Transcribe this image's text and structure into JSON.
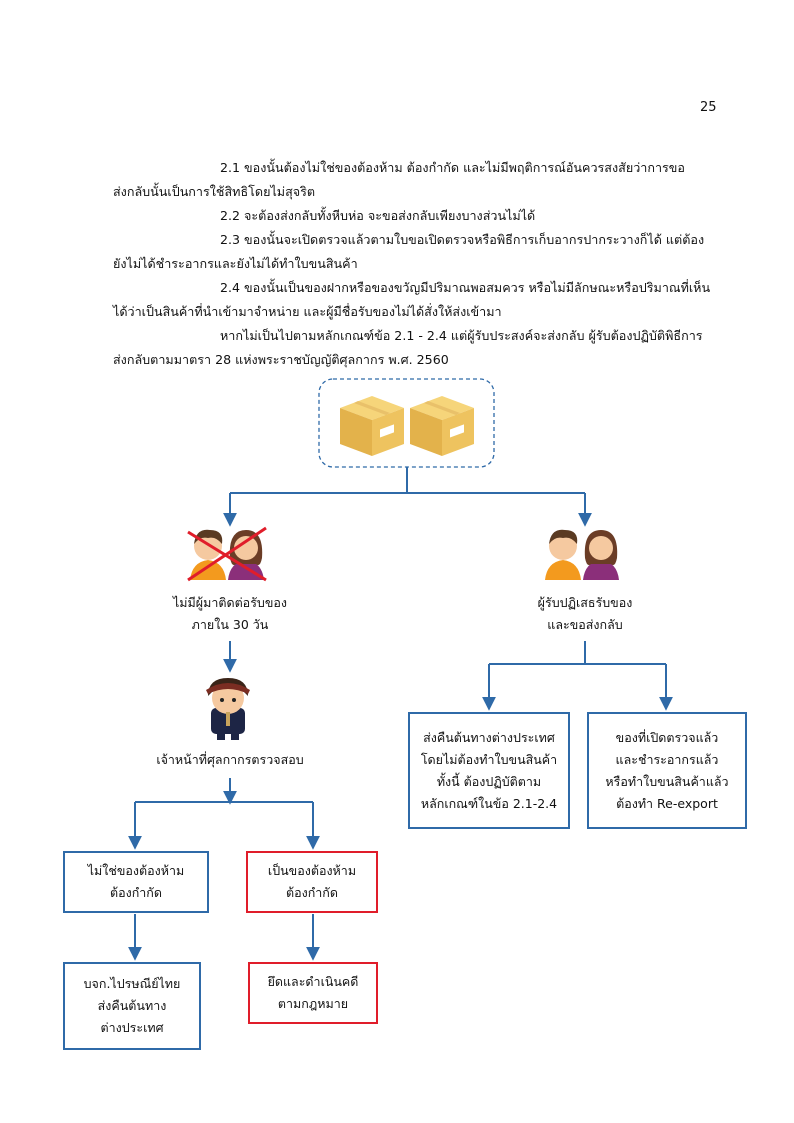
{
  "page_number": "25",
  "paragraphs": [
    {
      "lead": "2.1 ของนั้นต้องไม่ใช่ของต้องห้าม ต้องกำกัด และไม่มีพฤติการณ์อันควรสงสัยว่าการขอ",
      "cont": "ส่งกลับนั้นเป็นการใช้สิทธิโดยไม่สุจริต"
    },
    {
      "lead": "2.2 จะต้องส่งกลับทั้งหีบห่อ จะขอส่งกลับเพียงบางส่วนไม่ได้",
      "cont": ""
    },
    {
      "lead": "2.3 ของนั้นจะเปิดตรวจแล้วตามใบขอเปิดตรวจหรือพิธีการเก็บอากรปากระวางก็ได้ แต่ต้อง",
      "cont": "ยังไม่ได้ชำระอากรและยังไม่ได้ทำใบขนสินค้า"
    },
    {
      "lead": "2.4 ของนั้นเป็นของฝากหรือของขวัญมีปริมาณพอสมควร หรือไม่มีลักษณะหรือปริมาณที่เห็น",
      "cont": "ได้ว่าเป็นสินค้าที่นำเข้ามาจำหน่าย และผู้มีชื่อรับของไม่ได้สั่งให้ส่งเข้ามา"
    },
    {
      "lead": "หากไม่เป็นไปตามหลักเกณฑ์ข้อ 2.1 - 2.4 แต่ผู้รับประสงค์จะส่งกลับ ผู้รับต้องปฏิบัติพิธีการ",
      "cont": "ส่งกลับตามมาตรา 28 แห่งพระราชบัญญัติศุลกากร พ.ศ. 2560"
    }
  ],
  "flowchart": {
    "left_label": [
      "ไม่มีผู้มาติดต่อรับของ",
      "ภายใน 30 วัน"
    ],
    "right_label": [
      "ผู้รับปฏิเสธรับของ",
      "และขอส่งกลับ"
    ],
    "officer_label": "เจ้าหน้าที่ศุลกากรตรวจสอบ",
    "not_prohibited": [
      "ไม่ใช่ของต้องห้าม",
      "ต้องกำกัด"
    ],
    "prohibited": [
      "เป็นของต้องห้าม",
      "ต้องกำกัด"
    ],
    "thailand_post": [
      "บจก.ไปรษณีย์ไทย",
      "ส่งคืนต้นทาง",
      "ต่างประเทศ"
    ],
    "seize": [
      "ยึดและดำเนินคดี",
      "ตามกฎหมาย"
    ],
    "return_origin": [
      "ส่งคืนต้นทางต่างประเทศ",
      "โดยไม่ต้องทำใบขนสินค้า",
      "ทั้งนี้ ต้องปฏิบัติตาม",
      "หลักเกณฑ์ในข้อ 2.1-2.4"
    ],
    "re_export": [
      "ของที่เปิดตรวจแล้ว",
      "และชำระอากรแล้ว",
      "หรือทำใบขนสินค้าแล้ว",
      "ต้องทำ Re-export"
    ],
    "colors": {
      "line": "#2f6aa8",
      "red": "#e01d2a",
      "box_fill": "#f0c75e"
    },
    "icons": [
      "package-icon",
      "couple-crossed-icon",
      "couple-icon",
      "customs-officer-icon"
    ]
  }
}
